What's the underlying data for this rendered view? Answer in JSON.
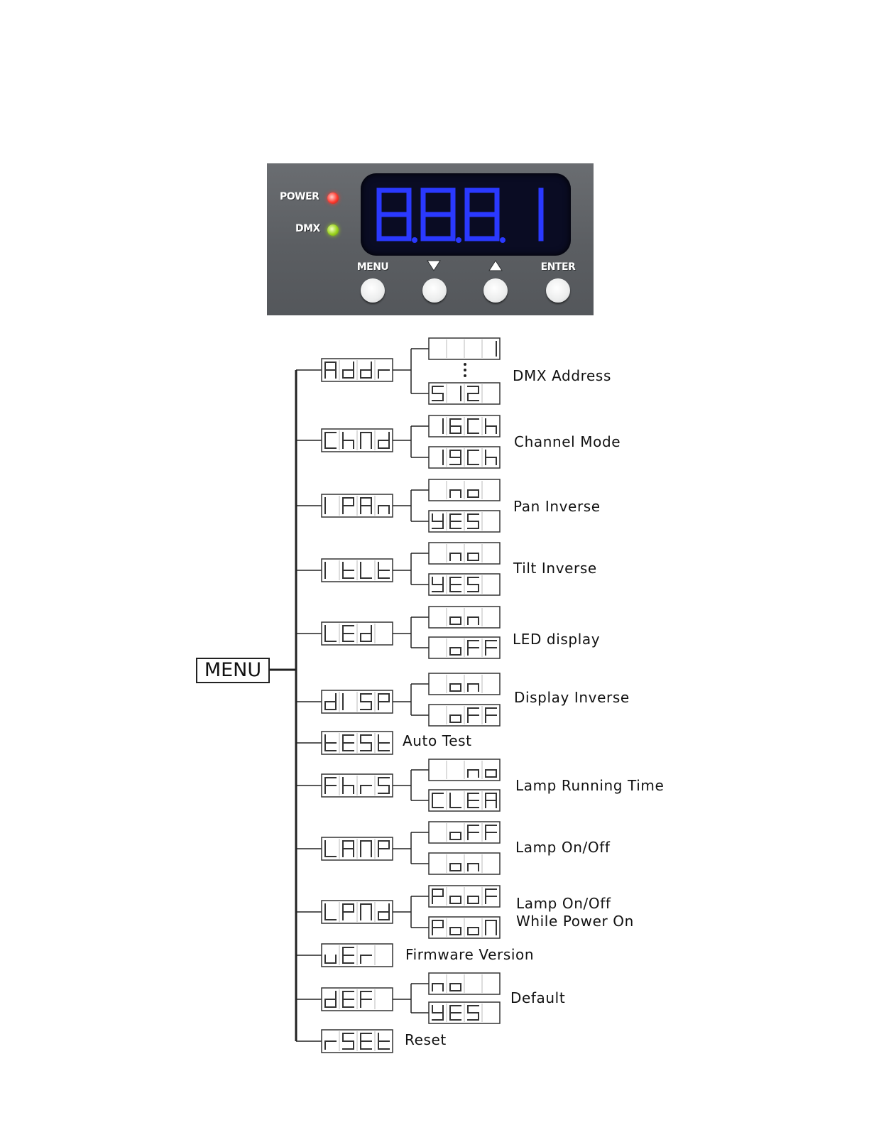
{
  "panel": {
    "power_label": "POWER",
    "dmx_label": "DMX",
    "power_led_color": "#ff3b30",
    "dmx_led_color": "#9bd21e",
    "display_color": "#2a39ff",
    "display_digits": [
      "8.",
      "8.",
      "8.",
      "1"
    ],
    "buttons": [
      {
        "label": "MENU",
        "icon": ""
      },
      {
        "label": "",
        "icon": "down-arrow-icon"
      },
      {
        "label": "",
        "icon": "up-arrow-icon"
      },
      {
        "label": "ENTER",
        "icon": ""
      }
    ]
  },
  "menu": {
    "root": "MENU",
    "items": [
      {
        "code": "Addr",
        "description": "DMX Address",
        "options": [
          "   1",
          "512"
        ],
        "ellipsis": true
      },
      {
        "code": "ChMd",
        "description": "Channel Mode",
        "options": [
          "16Ch",
          "19Ch"
        ]
      },
      {
        "code": "IPAn",
        "description": "Pan Inverse",
        "options": [
          " no",
          "yES"
        ]
      },
      {
        "code": "ItLt",
        "description": "Tilt Inverse",
        "options": [
          " no",
          "yES"
        ]
      },
      {
        "code": "LEd",
        "description": "LED display",
        "options": [
          " on",
          " oFF"
        ]
      },
      {
        "code": "dISP",
        "description": "Display Inverse",
        "options": [
          " on",
          " oFF"
        ]
      },
      {
        "code": "tESt",
        "description": "Auto Test",
        "options": []
      },
      {
        "code": "Fhr5",
        "description": "Lamp Running Time",
        "options": [
          "  no",
          "CLEA"
        ]
      },
      {
        "code": "LAMP",
        "description": "Lamp On/Off",
        "options": [
          " oFF",
          " on"
        ]
      },
      {
        "code": "LPMd",
        "description": "Lamp On/Off",
        "description_line2": "While Power On",
        "options": [
          "PooF",
          "PooN"
        ]
      },
      {
        "code": "vEr",
        "description": "Firmware Version",
        "options": []
      },
      {
        "code": "dEF",
        "description": "Default",
        "options": [
          "no",
          "yES"
        ]
      },
      {
        "code": "rSEt",
        "description": "Reset",
        "options": []
      }
    ]
  }
}
